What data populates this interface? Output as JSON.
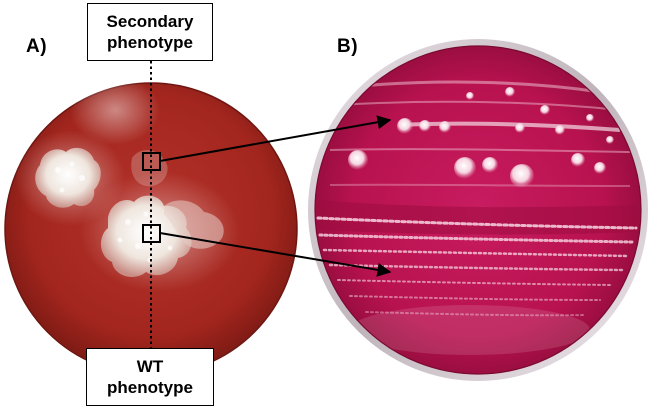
{
  "panels": {
    "a_label": "A)",
    "b_label": "B)"
  },
  "callouts": {
    "secondary_line1": "Secondary",
    "secondary_line2": "phenotype",
    "wt_line1": "WT",
    "wt_line2": "phenotype"
  },
  "colors": {
    "plate_a_agar": "#a8281f",
    "plate_b_agar": "#c0185a",
    "colony_white": "#f2ece6",
    "outline": "#000000"
  }
}
